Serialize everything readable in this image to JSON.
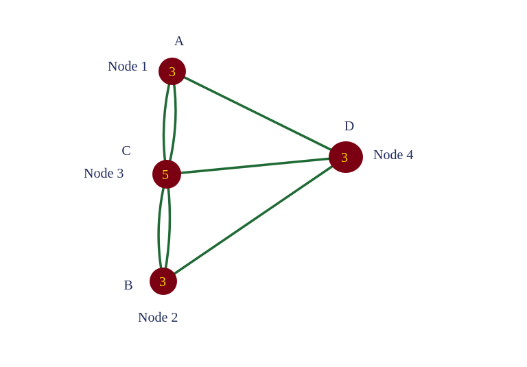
{
  "colors": {
    "background": "#ffffff",
    "node_fill": "#7b0012",
    "node_number": "#f2d200",
    "edge": "#1f6a35",
    "label": "#1e2a5c"
  },
  "nodes": [
    {
      "id": "node-1",
      "letter": "A",
      "name": "Node 1",
      "degree": "3"
    },
    {
      "id": "node-2",
      "letter": "B",
      "name": "Node 2",
      "degree": "3"
    },
    {
      "id": "node-3",
      "letter": "C",
      "name": "Node 3",
      "degree": "5"
    },
    {
      "id": "node-4",
      "letter": "D",
      "name": "Node 4",
      "degree": "3"
    }
  ],
  "edges": [
    {
      "from": "A",
      "to": "C"
    },
    {
      "from": "A",
      "to": "C"
    },
    {
      "from": "C",
      "to": "B"
    },
    {
      "from": "C",
      "to": "B"
    },
    {
      "from": "A",
      "to": "D"
    },
    {
      "from": "C",
      "to": "D"
    },
    {
      "from": "B",
      "to": "D"
    }
  ]
}
